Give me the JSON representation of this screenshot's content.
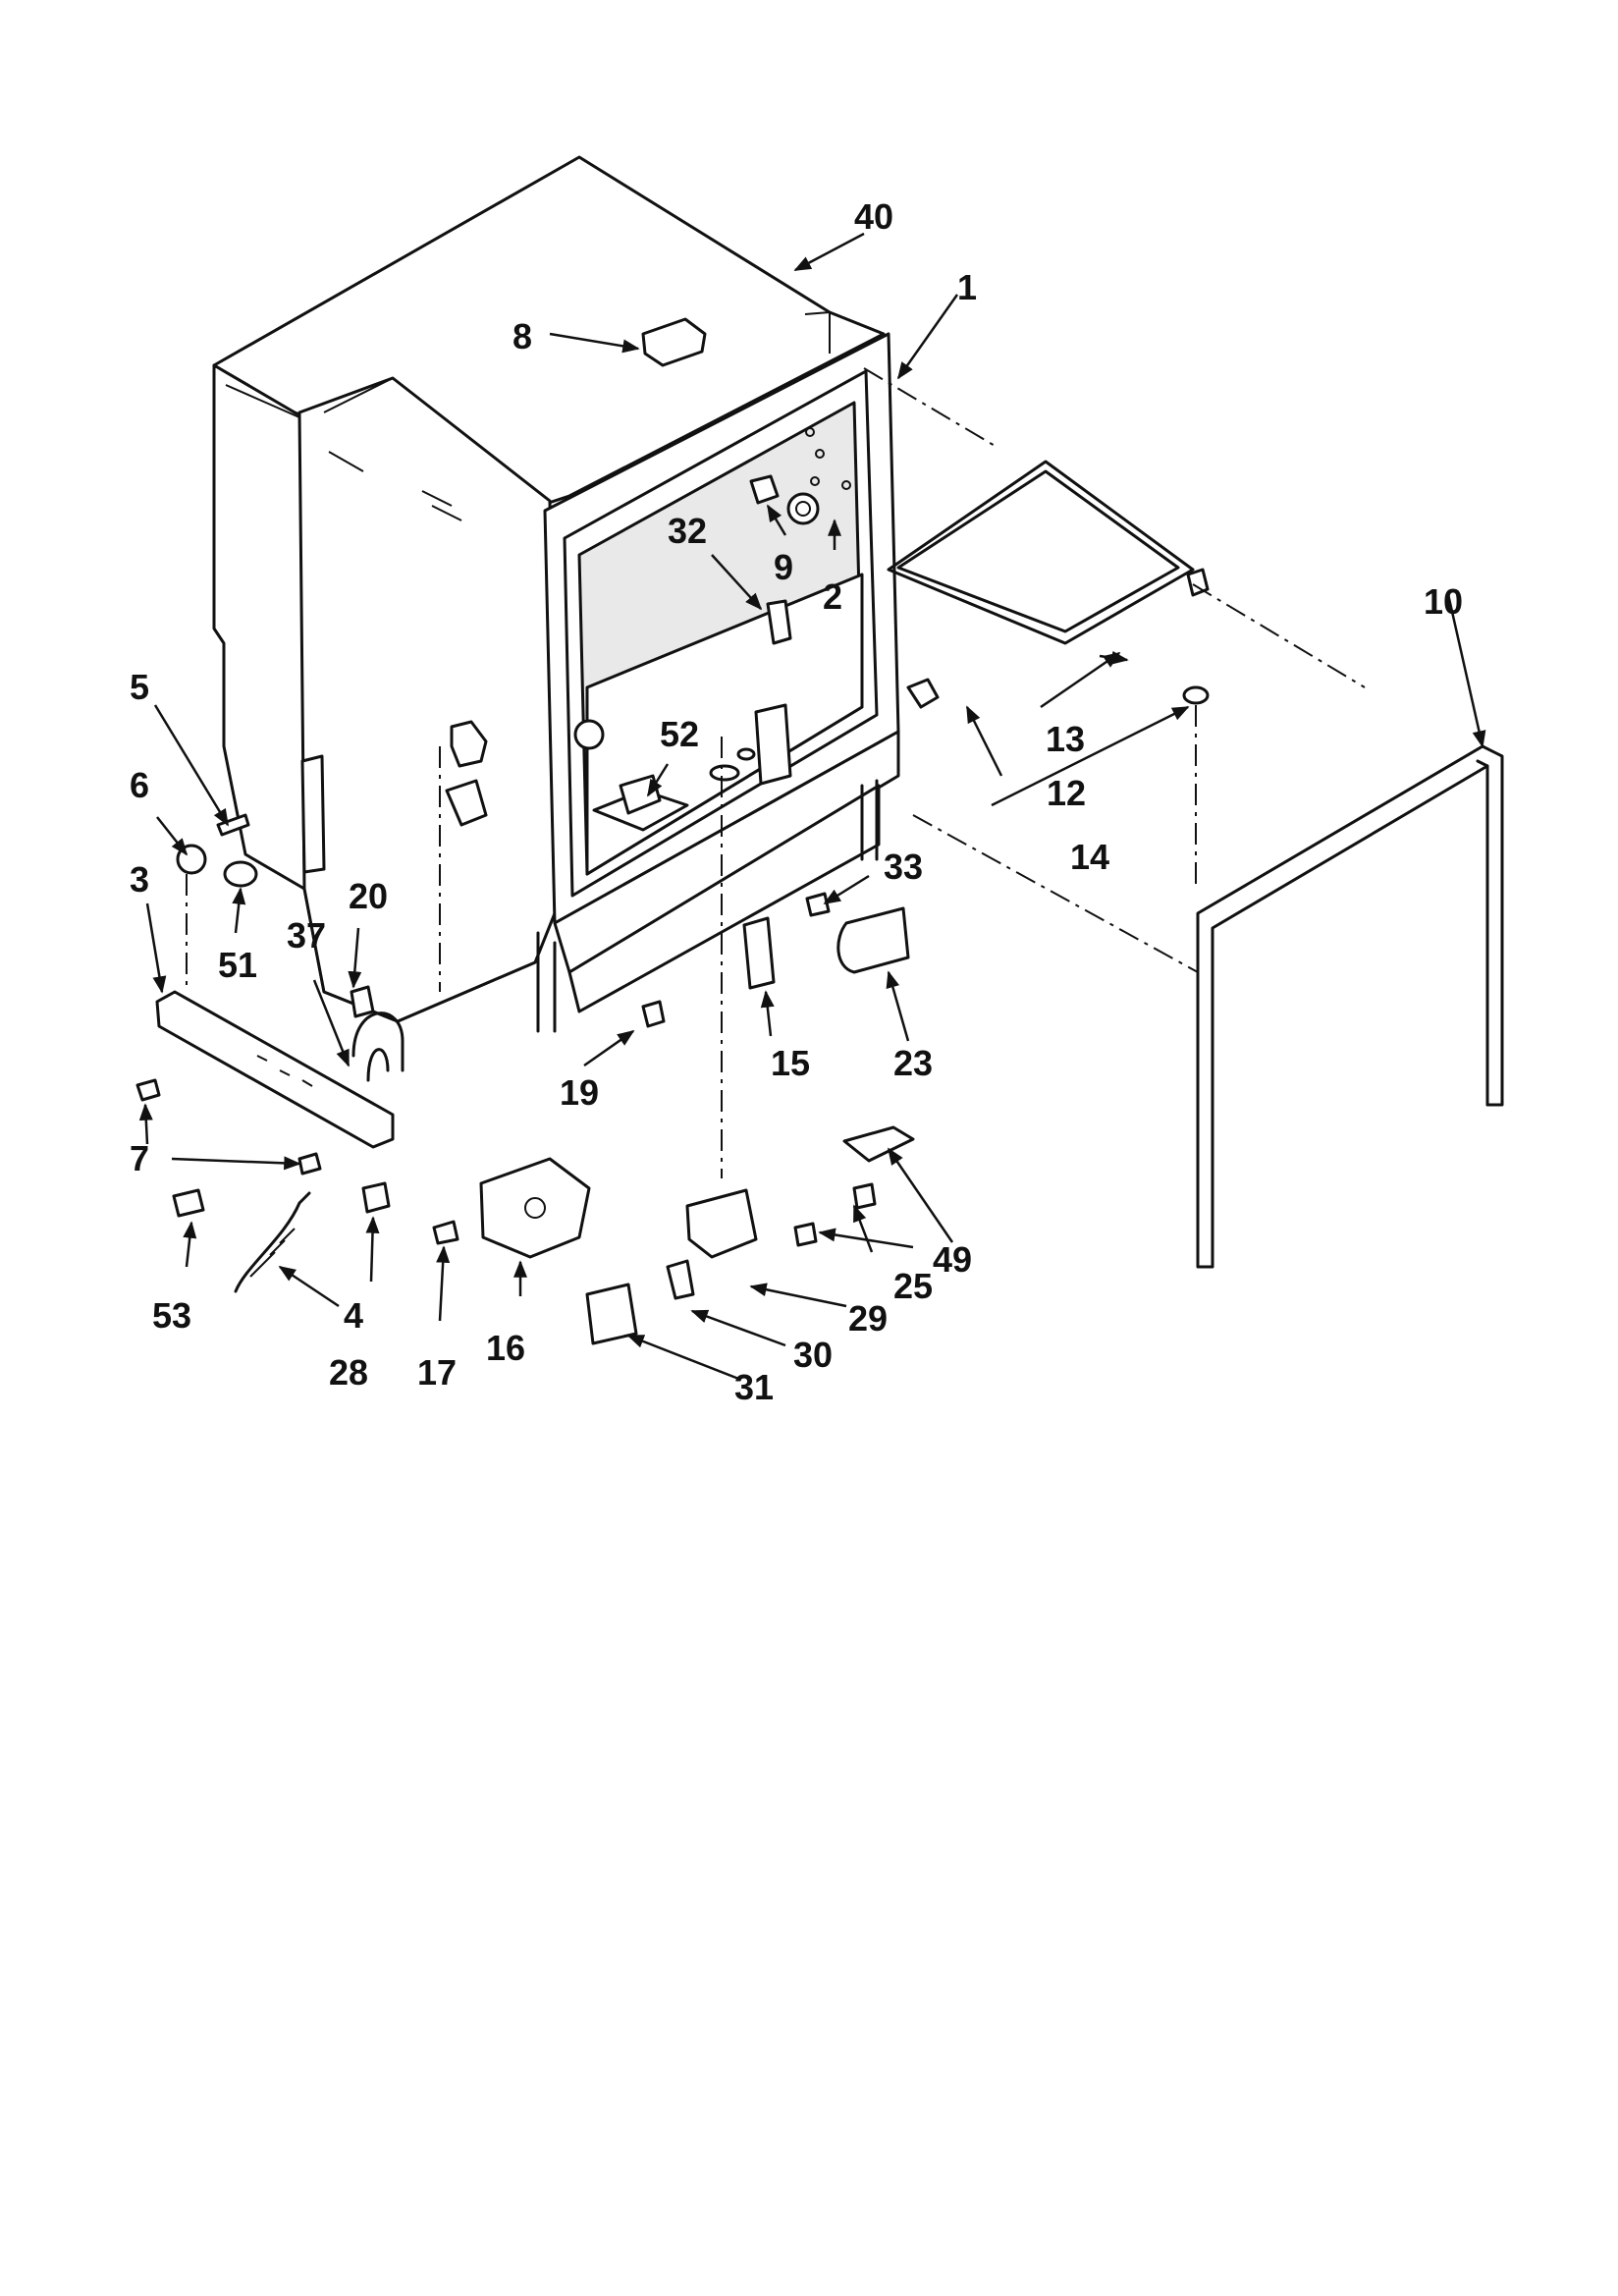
{
  "labels": {
    "p1": "1",
    "p2": "2",
    "p3": "3",
    "p4": "4",
    "p5": "5",
    "p6": "6",
    "p7": "7",
    "p8": "8",
    "p9": "9",
    "p10": "10",
    "p12": "12",
    "p13": "13",
    "p14": "14",
    "p15": "15",
    "p16": "16",
    "p17": "17",
    "p19": "19",
    "p20": "20",
    "p23": "23",
    "p25": "25",
    "p28": "28",
    "p29": "29",
    "p30": "30",
    "p31": "31",
    "p32": "32",
    "p33": "33",
    "p37": "37",
    "p40": "40",
    "p49": "49",
    "p51": "51",
    "p52": "52",
    "p53": "53"
  }
}
